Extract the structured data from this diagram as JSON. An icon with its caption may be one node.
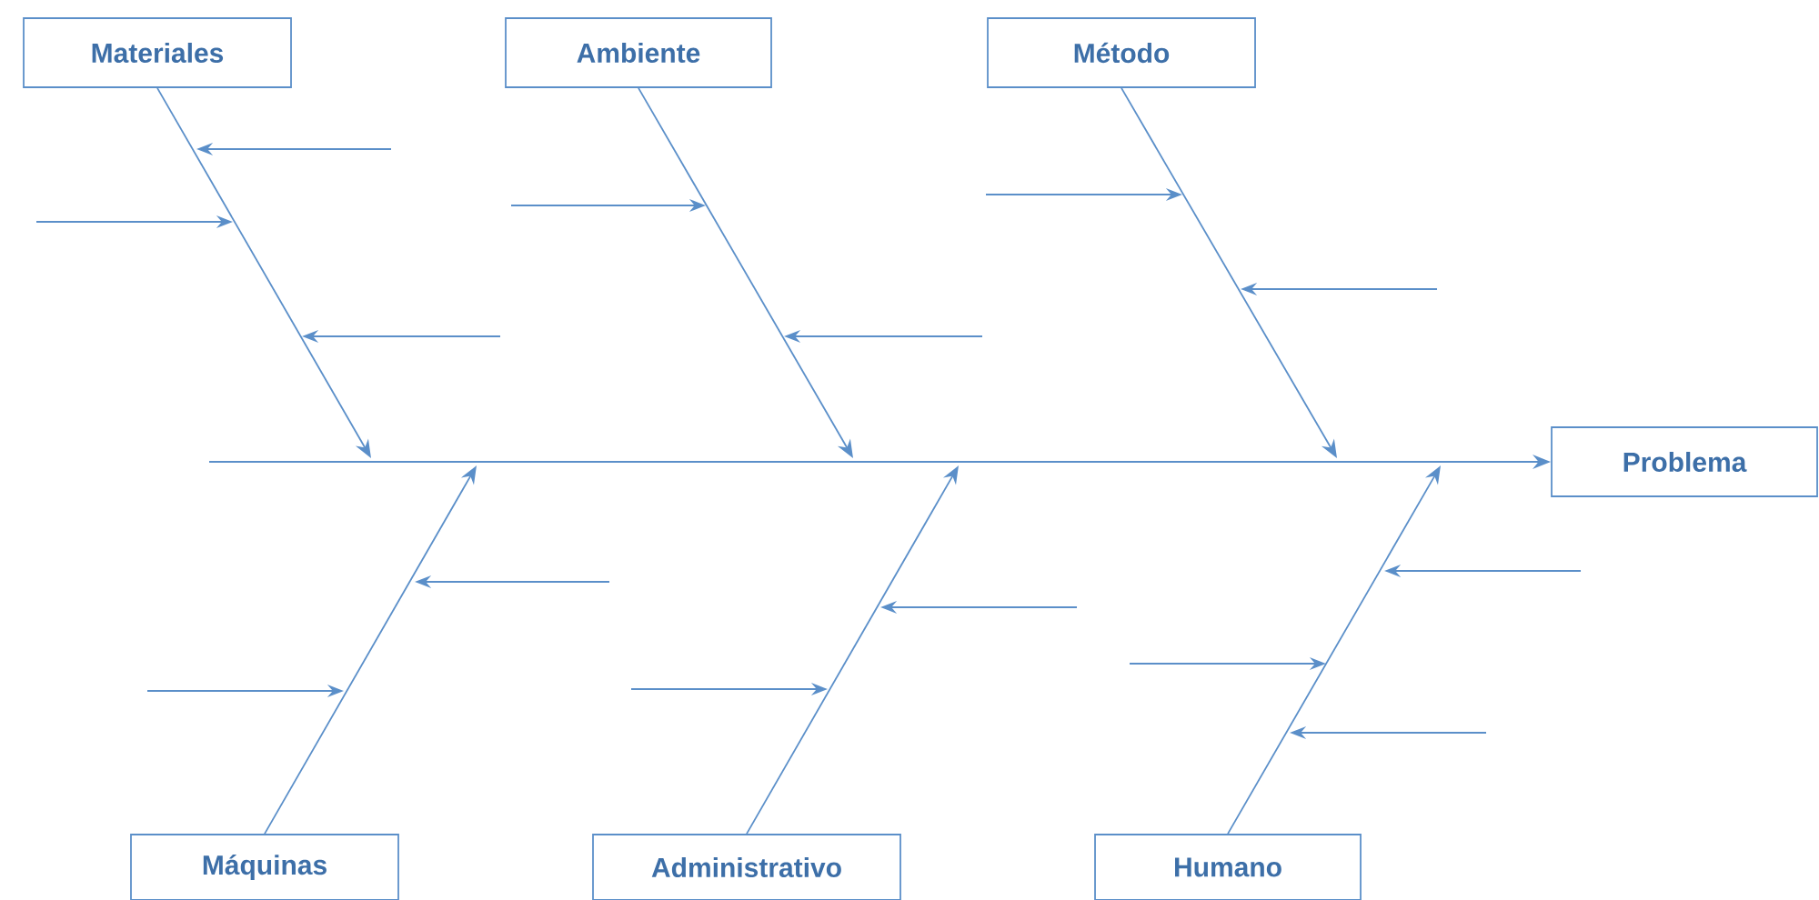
{
  "diagram": {
    "nodes": [
      {
        "text": [
          "Materiales"
        ]
      },
      {
        "text": [
          "Ambiente"
        ]
      },
      {
        "text": [
          "Método"
        ]
      },
      {
        "text": [
          "Problema"
        ]
      },
      {
        "text": [
          "Máquinas"
        ]
      },
      {
        "text": [
          "Administrativo"
        ]
      },
      {
        "text": [
          "Humano"
        ]
      }
    ],
    "edges": [
      {
        "from": null,
        "to": 3,
        "arrow": "to"
      },
      {
        "from": 0,
        "to": null,
        "arrow": "to"
      },
      {
        "from": 1,
        "to": null,
        "arrow": "to"
      },
      {
        "from": 2,
        "to": null,
        "arrow": "to"
      },
      {
        "from": 4,
        "to": null,
        "arrow": "to"
      },
      {
        "from": 5,
        "to": null,
        "arrow": "to"
      },
      {
        "from": 6,
        "to": null,
        "arrow": "to"
      }
    ]
  }
}
